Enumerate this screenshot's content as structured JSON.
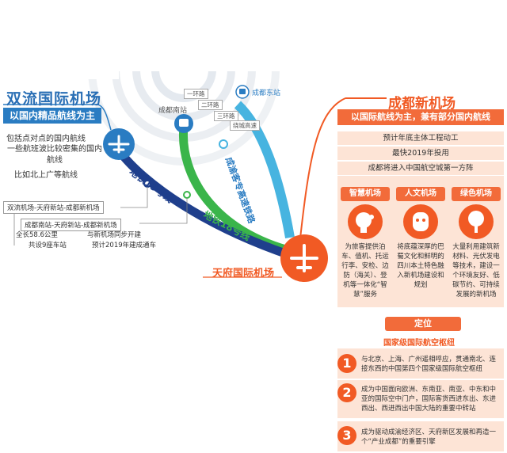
{
  "shuangliu": {
    "title": "双流国际机场",
    "subtitle": "以国内精品航线为主",
    "desc1": "包括点对点的国内航线",
    "desc2": "一些航班波比较密集的国内航线",
    "desc3": "比如北上广等航线"
  },
  "lines": {
    "line19_name": "地铁19号线",
    "line18_name": "地铁18号线",
    "chengyu_name": "成渝客专高速铁路",
    "route1": "双流机场-天府新站-成都新机场",
    "route2": "成都南站-天府新站-成都新机场",
    "route2_d1": "全长58.6公里",
    "route2_d2": "共设9座车站",
    "route2_d3": "与新机场同步开建",
    "route2_d4": "预计2019年建成通车"
  },
  "stations": {
    "chengdu_south": "成都南站",
    "chengdu_east": "成都东站",
    "ring1": "一环路",
    "ring2": "二环路",
    "ring3": "三环路",
    "raocheng": "绕城高速"
  },
  "tianfu": {
    "label": "天府国际机场"
  },
  "new_airport": {
    "title": "成都新机场",
    "subtitle": "以国际航线为主，兼有部分国内航线",
    "rows": [
      "预计年底主体工程动工",
      "最快2019年投用",
      "成都将进入中国航空城第一方阵"
    ],
    "columns": [
      {
        "title": "智慧机场",
        "text": "为旅客提供泊车、值机、托运行李、安检、边防（海关）、登机等一体化“智慧”服务"
      },
      {
        "title": "人文机场",
        "text": "将底蕴深厚的巴蜀文化和鲜明的四川本土特色融入新机场建设和规划"
      },
      {
        "title": "绿色机场",
        "text": "大量利用建筑新材料、光伏发电等技术，建设一个环境友好、低碳节约、可持续发展的新机场"
      }
    ]
  },
  "positioning": {
    "title": "定位",
    "subtitle": "国家级国际航空枢纽",
    "items": [
      {
        "num": "1",
        "text": "与北京、上海、广州遥相呼应，贯通南北、连接东西的中国第四个国家级国际航空枢纽"
      },
      {
        "num": "2",
        "text": "成为中国面向欧洲、东南亚、南亚、中东和中亚的国际空中门户，国际客货西进东出、东进西出、西进西出中国大陆的重要中转站"
      },
      {
        "num": "3",
        "text": "成为驱动成渝经济区、天府新区发展和再造一个“产业成都”的重要引擎"
      }
    ]
  },
  "colors": {
    "blue": "#2a7cc2",
    "orange": "#f15a24",
    "green": "#3ab54a",
    "light_orange": "#fde4d6",
    "cyan": "#47b4e0",
    "navy": "#1f3f8c"
  }
}
